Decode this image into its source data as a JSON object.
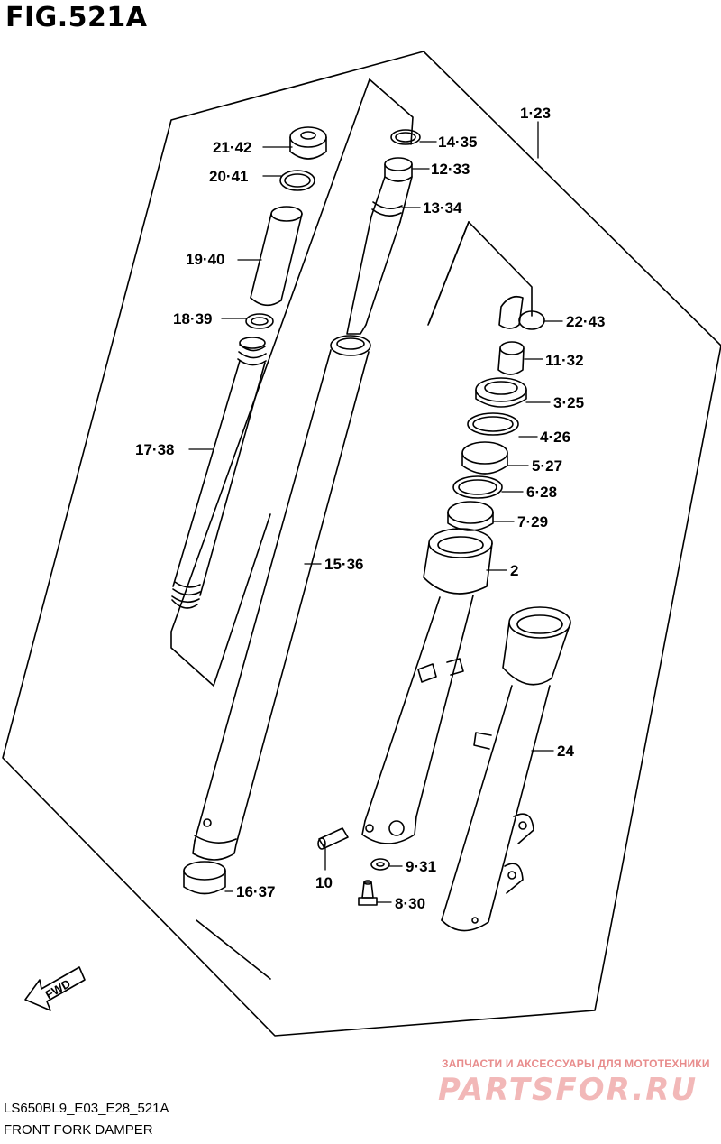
{
  "figure": {
    "title": "FIG.521A",
    "code": "LS650BL9_E03_E28_521A",
    "subtitle": "FRONT FORK DAMPER"
  },
  "fwd_label": "FWD",
  "watermark": {
    "line1": "ЗАПЧАСТИ И АКСЕССУАРЫ ДЛЯ МОТОТЕХНИКИ",
    "logo": "PARTSFOR.RU"
  },
  "callouts": {
    "c1_23": "1·23",
    "c21_42": "21·42",
    "c14_35": "14·35",
    "c20_41": "20·41",
    "c12_33": "12·33",
    "c13_34": "13·34",
    "c19_40": "19·40",
    "c18_39": "18·39",
    "c22_43": "22·43",
    "c11_32": "11·32",
    "c3_25": "3·25",
    "c4_26": "4·26",
    "c17_38": "17·38",
    "c5_27": "5·27",
    "c6_28": "6·28",
    "c7_29": "7·29",
    "c15_36": "15·36",
    "c2": "2",
    "c24": "24",
    "c9_31": "9·31",
    "c10": "10",
    "c16_37": "16·37",
    "c8_30": "8·30"
  },
  "colors": {
    "line": "#000000",
    "watermark": "#e88c8c"
  }
}
